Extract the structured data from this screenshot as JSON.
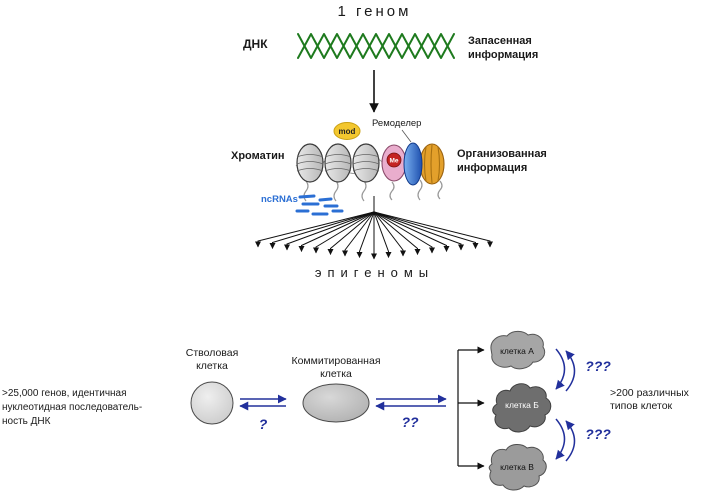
{
  "title": "1 геном",
  "dna": {
    "label": "ДНК",
    "caption": "Запасенная\nинформация"
  },
  "chromatin": {
    "label": "Хроматин",
    "mod_badge": "mod",
    "me_badge": "Me",
    "remodeler_label": "Ремоделер",
    "caption": "Организованная\nинформация",
    "ncrnas_label": "ncRNAs"
  },
  "epigenomes_label": "эпигеномы",
  "cells": {
    "left_note": ">25,000 генов, идентичная\nнуклеотидная последователь-\nность ДНК",
    "stem_cell_label": "Стволовая\nклетка",
    "committed_cell_label": "Коммитированная\nклетка",
    "question_1": "?",
    "question_2": "??",
    "question_3_top": "???",
    "question_3_bottom": "???",
    "cell_a_label": "клетка А",
    "cell_middle_label": "клетка Б",
    "cell_b_label": "клетка В",
    "right_note": ">200 различных\nтипов клеток"
  },
  "colors": {
    "dna_green": "#1e7a1e",
    "ncrna_blue": "#2b6fd4",
    "question_navy": "#22309c",
    "mod_yellow": "#f3c72f",
    "me_red": "#c42323",
    "remodeler_blue": "#1d4fae",
    "modifier_orange": "#e3a02b",
    "nucleosome_pink": "#e9adcd"
  }
}
